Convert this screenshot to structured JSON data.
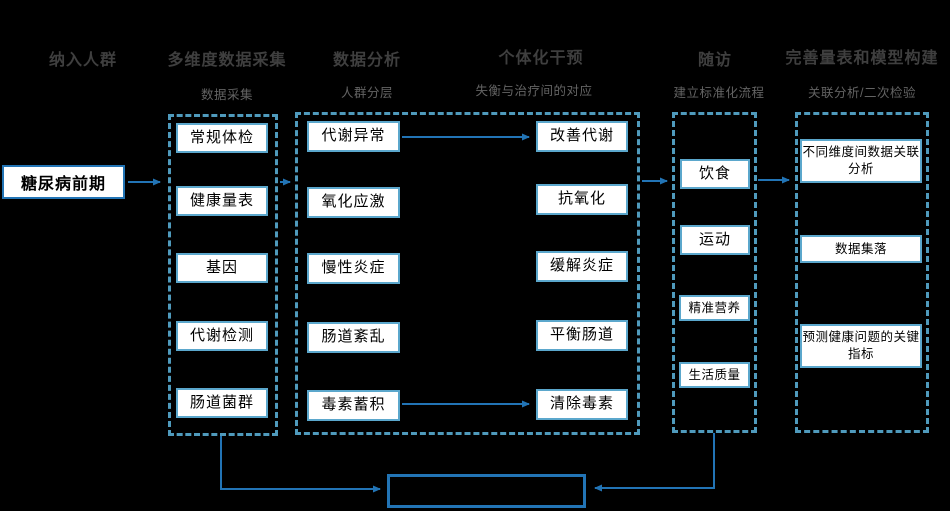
{
  "colors": {
    "background": "#000000",
    "arrow_blue": "#2274b5",
    "node_border_blue": "#5ba7cc",
    "dashed_border_blue": "#4f9abc",
    "header_gray": "#3f3f3f",
    "subtitle_gray": "#636363",
    "node_fill": "#ffffff"
  },
  "stages": [
    {
      "title": "纳入人群",
      "subtitle": ""
    },
    {
      "title": "多维度数据采集",
      "subtitle": "数据采集"
    },
    {
      "title": "数据分析",
      "subtitle": "人群分层"
    },
    {
      "title": "个体化干预",
      "subtitle": "失衡与治疗间的对应"
    },
    {
      "title": "随访",
      "subtitle": "建立标准化流程"
    },
    {
      "title": "完善量表和模型构建",
      "subtitle": "关联分析/二次检验"
    }
  ],
  "entry_box": {
    "label": "糖尿病前期"
  },
  "collection_items": [
    "常规体检",
    "健康量表",
    "基因",
    "代谢检测",
    "肠道菌群"
  ],
  "analysis_items": [
    "代谢异常",
    "氧化应激",
    "慢性炎症",
    "肠道紊乱",
    "毒素蓄积"
  ],
  "intervention_items": [
    "改善代谢",
    "抗氧化",
    "缓解炎症",
    "平衡肠道",
    "清除毒素"
  ],
  "followup_items": [
    "饮食",
    "运动",
    "精准营养",
    "生活质量"
  ],
  "model_items": [
    "不同维度间数据关联分析",
    "数据集落",
    "预测健康问题的关键指标"
  ],
  "summary_box": {
    "label": ""
  }
}
